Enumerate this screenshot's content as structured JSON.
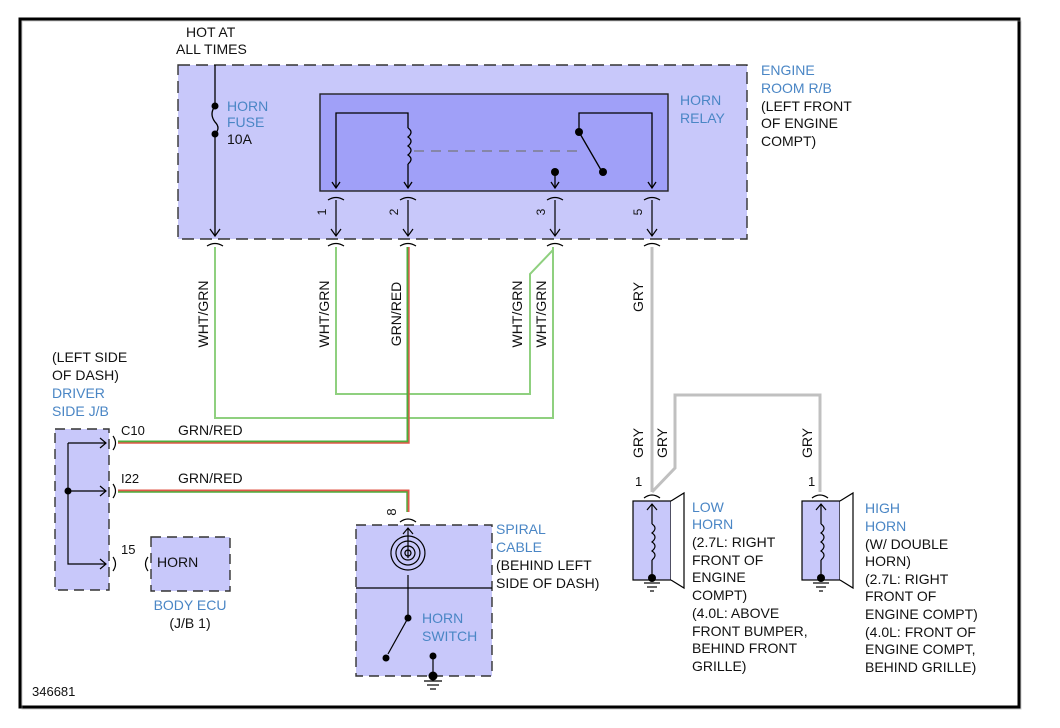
{
  "diagram": {
    "id": "346681",
    "source_label": [
      "HOT AT",
      "ALL TIMES"
    ],
    "engine_room_rb": {
      "name": [
        "ENGINE",
        "ROOM R/B"
      ],
      "location": [
        "(LEFT FRONT",
        "OF ENGINE",
        "COMPT)"
      ]
    },
    "horn_fuse": {
      "name": [
        "HORN",
        "FUSE"
      ],
      "rating": "10A"
    },
    "horn_relay": {
      "name": [
        "HORN",
        "RELAY"
      ],
      "pins": [
        "1",
        "2",
        "3",
        "5"
      ]
    },
    "driver_side_jb": {
      "location": [
        "(LEFT SIDE",
        "OF DASH)"
      ],
      "name": [
        "DRIVER",
        "SIDE J/B"
      ],
      "pins": [
        "C10",
        "I22",
        "15"
      ]
    },
    "body_ecu": {
      "terminal": "HORN",
      "name": "BODY ECU",
      "sub": "(J/B 1)"
    },
    "spiral_cable": {
      "pin": "8",
      "name": [
        "SPIRAL",
        "CABLE"
      ],
      "location": [
        "(BEHIND LEFT",
        "SIDE OF DASH)"
      ]
    },
    "horn_switch": {
      "name": [
        "HORN",
        "SWITCH"
      ]
    },
    "low_horn": {
      "pin": "1",
      "name": [
        "LOW",
        "HORN"
      ],
      "location": [
        "(2.7L: RIGHT",
        "FRONT OF",
        "ENGINE",
        "COMPT)",
        "(4.0L: ABOVE",
        "FRONT BUMPER,",
        "BEHIND FRONT",
        "GRILLE)"
      ]
    },
    "high_horn": {
      "pin": "1",
      "name": [
        "HIGH",
        "HORN"
      ],
      "location": [
        "(W/ DOUBLE",
        "HORN)",
        "(2.7L: RIGHT",
        "FRONT OF",
        "ENGINE COMPT)",
        "(4.0L: FRONT OF",
        "ENGINE COMPT,",
        "BEHIND GRILLE)"
      ]
    },
    "wires": {
      "fuse_out": "WHT/GRN",
      "relay_1": "WHT/GRN",
      "relay_2": "GRN/RED",
      "relay_3a": "WHT/GRN",
      "relay_3b": "WHT/GRN",
      "relay_5": "GRY",
      "c10": "GRN/RED",
      "i22": "GRN/RED",
      "low_horn_a": "GRY",
      "low_horn_b": "GRY",
      "high_horn": "GRY"
    },
    "colors": {
      "module_fill": "#c8c8fa",
      "relay_fill": "#a0a0f8",
      "wire_green": "#6cc05a",
      "wire_red": "#e0584a",
      "wire_gray": "#c0c0c0",
      "label_blue": "#4a86c5"
    }
  }
}
